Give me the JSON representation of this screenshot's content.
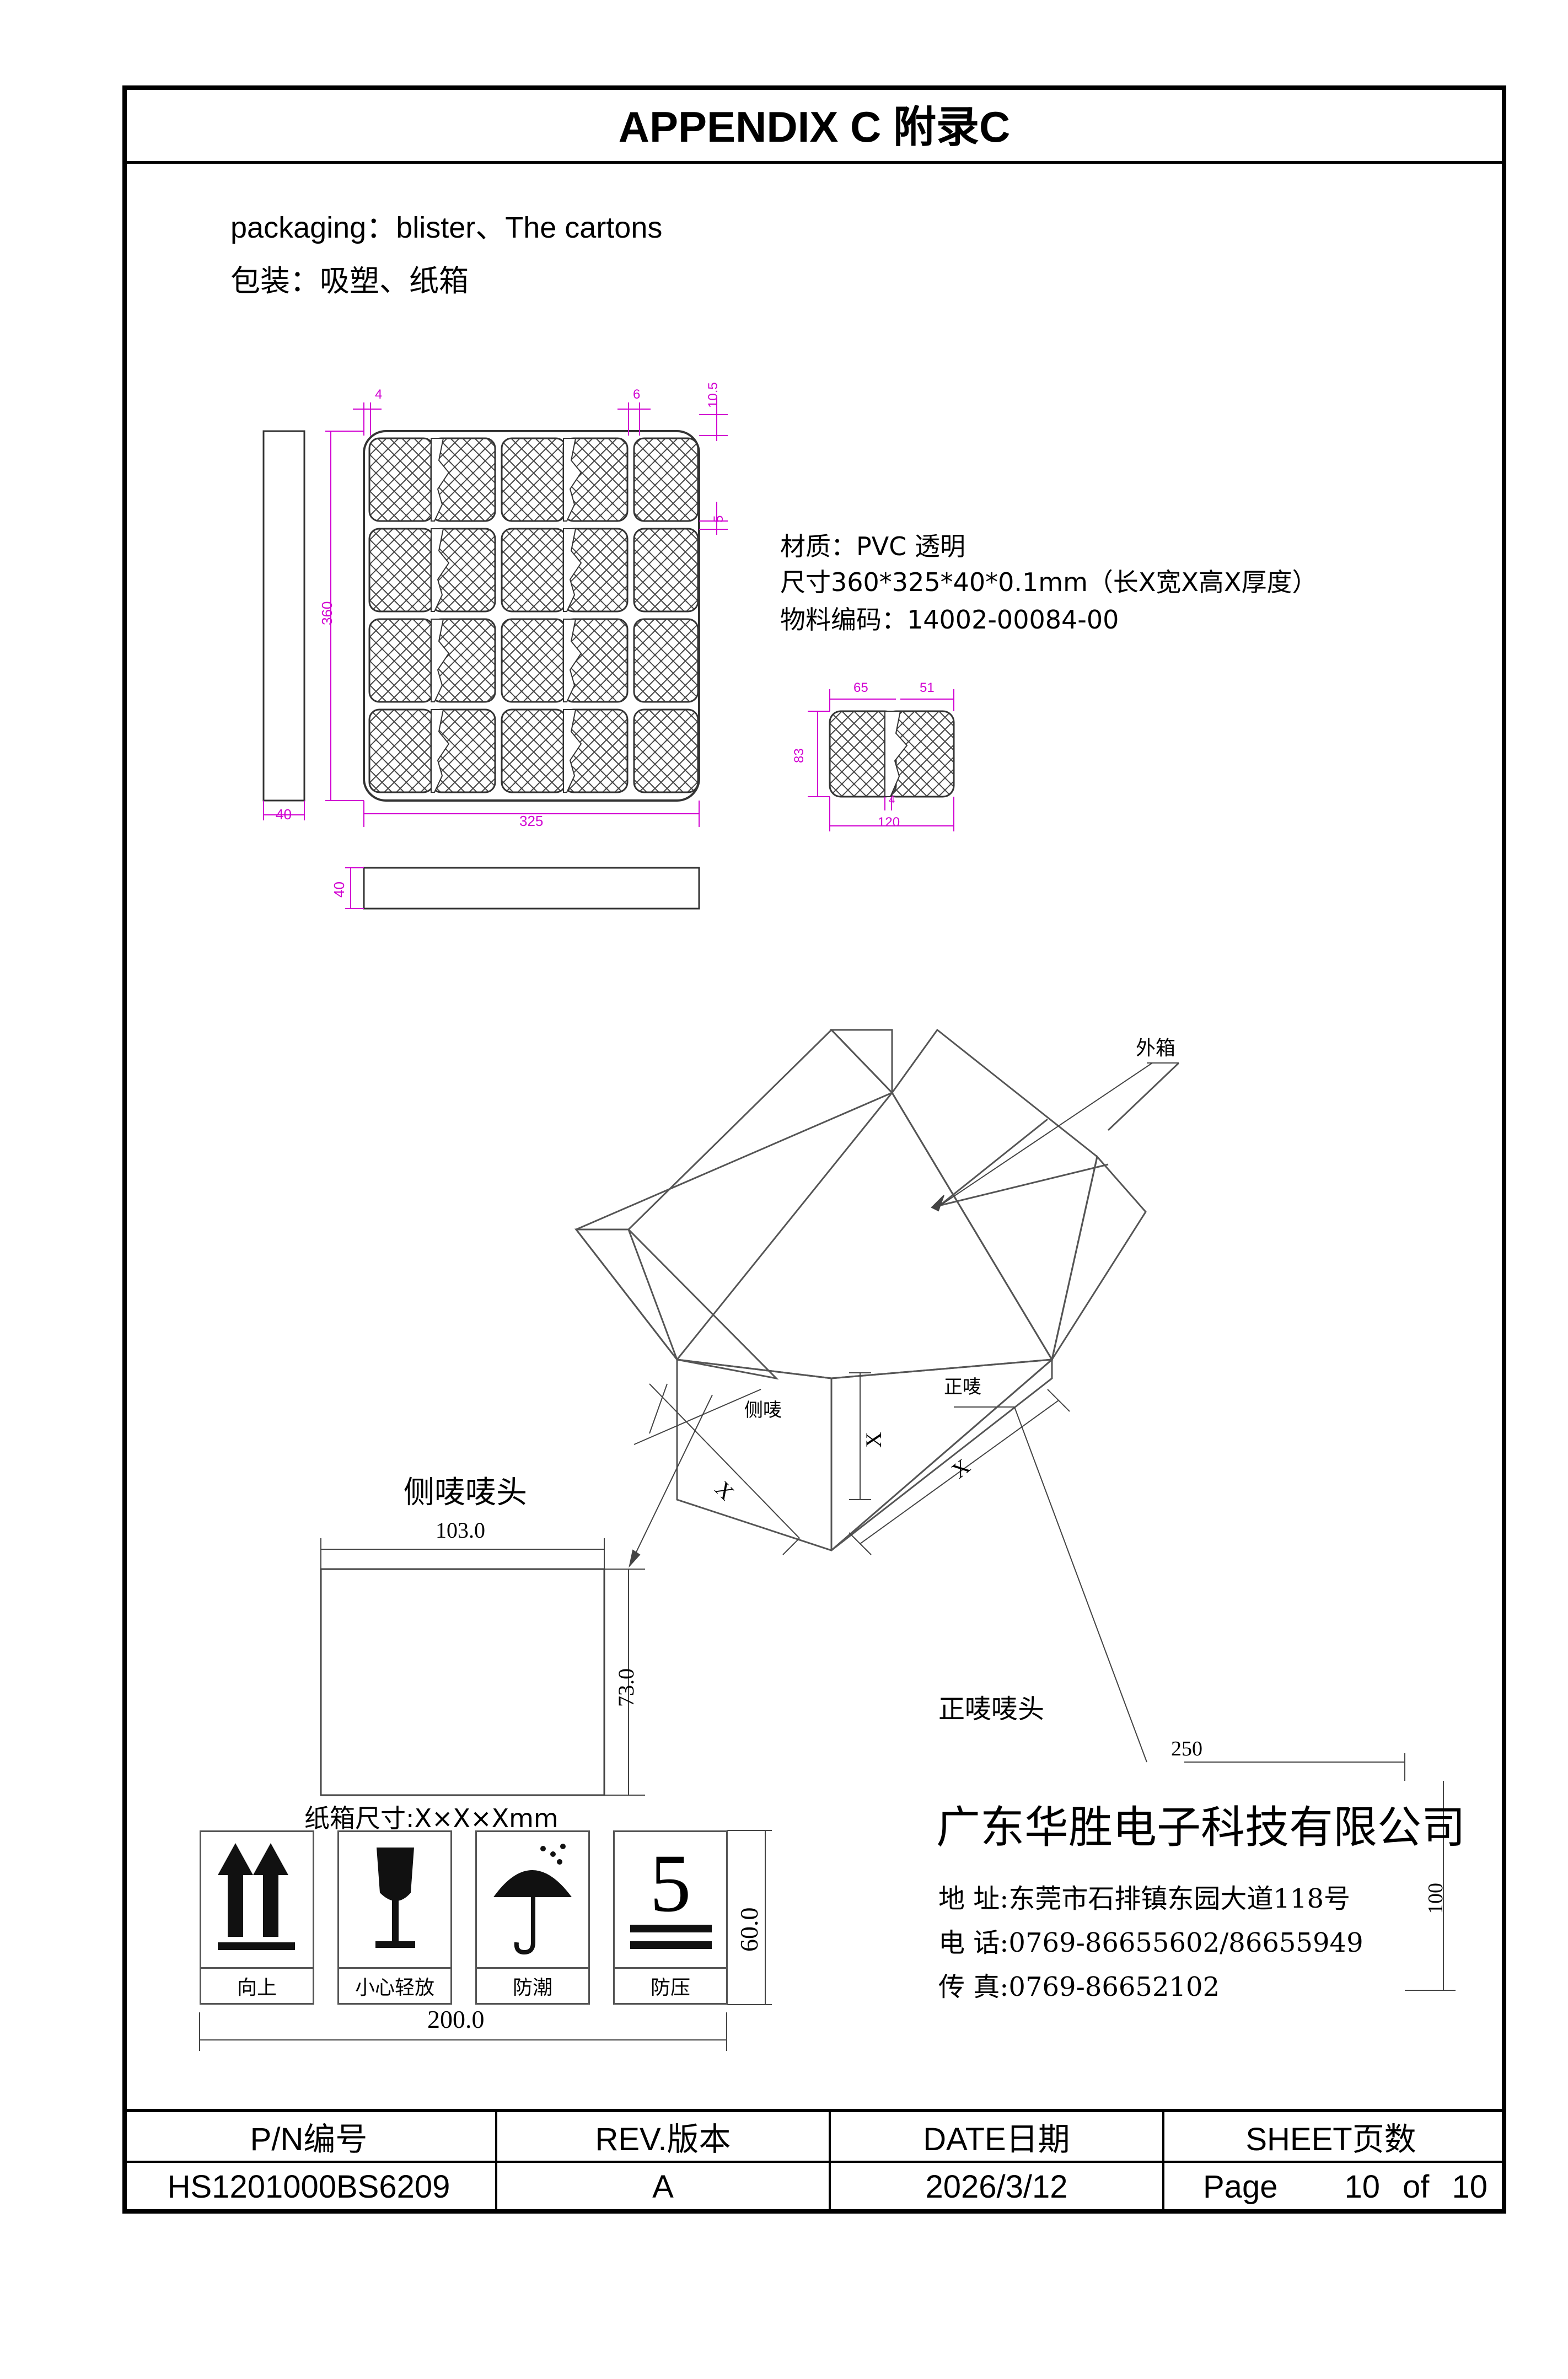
{
  "header": {
    "title": "APPENDIX  C 附录C"
  },
  "intro": {
    "packaging_en": "packaging：blister、The cartons",
    "packaging_cn": "包装：吸塑、纸箱"
  },
  "tray": {
    "dims": {
      "d4": "4",
      "d6": "6",
      "d10_5": "10.5",
      "d5": "5",
      "d360": "360",
      "d40_side": "40",
      "d325": "325",
      "d40_bottom": "40"
    },
    "material": "材质：PVC 透明",
    "size": "尺寸360*325*40*0.1mm（长X宽X高X厚度）",
    "code": "物料编码：14002-00084-00",
    "detail_dims": {
      "d65": "65",
      "d51": "51",
      "d83": "83",
      "d4": "4",
      "d120": "120"
    }
  },
  "carton": {
    "outer_label": "外箱",
    "side_label": "侧唛",
    "front_label": "正唛",
    "x1": "X",
    "x2": "X",
    "x3": "X"
  },
  "side_mark": {
    "title": "侧唛唛头",
    "width": "103.0",
    "height": "73.0",
    "carton_size": "纸箱尺寸:X×X×Xmm"
  },
  "icons": [
    {
      "name": "up-arrows-icon",
      "label": "向上"
    },
    {
      "name": "fragile-glass-icon",
      "label": "小心轻放"
    },
    {
      "name": "umbrella-icon",
      "label": "防潮"
    },
    {
      "name": "stack-limit-icon",
      "label": "防压",
      "glyph": "5"
    }
  ],
  "icons_dims": {
    "height": "60.0",
    "width": "200.0"
  },
  "front_mark": {
    "title": "正唛唛头",
    "width": "250",
    "height": "100",
    "company": "广东华胜电子科技有限公司",
    "address": "地  址:东莞市石排镇东园大道118号",
    "phone": "电  话:0769-86655602/86655949",
    "fax": "传  真:0769-86652102"
  },
  "footer": {
    "headers": [
      "P/N编号",
      "REV.版本",
      "DATE日期",
      "SHEET页数"
    ],
    "pn": "HS1201000BS6209",
    "rev": "A",
    "date": "2026/3/12",
    "page_word": "Page",
    "page_num": "10",
    "of_word": "of",
    "page_total": "10"
  },
  "colors": {
    "dimension": "#d100d1",
    "line": "#000000",
    "drawing": "#555555"
  }
}
